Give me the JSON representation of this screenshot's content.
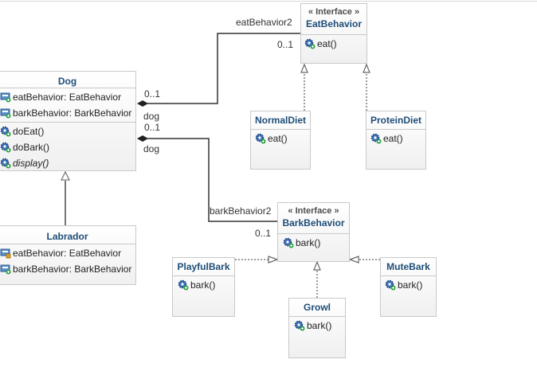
{
  "classes": {
    "dog": {
      "name": "Dog",
      "attributes": [
        "eatBehavior: EatBehavior",
        "barkBehavior: BarkBehavior"
      ],
      "operations": [
        "doEat()",
        "doBark()",
        "display()"
      ]
    },
    "labrador": {
      "name": "Labrador",
      "attributes": [
        "eatBehavior: EatBehavior",
        "barkBehavior: BarkBehavior"
      ]
    },
    "eat_behavior": {
      "stereotype": "« Interface »",
      "name": "EatBehavior",
      "operations": [
        "eat()"
      ]
    },
    "normal_diet": {
      "name": "NormalDiet",
      "operations": [
        "eat()"
      ]
    },
    "protein_diet": {
      "name": "ProteinDiet",
      "operations": [
        "eat()"
      ]
    },
    "bark_behavior": {
      "stereotype": "« Interface »",
      "name": "BarkBehavior",
      "operations": [
        "bark()"
      ]
    },
    "playful_bark": {
      "name": "PlayfulBark",
      "operations": [
        "bark()"
      ]
    },
    "growl": {
      "name": "Growl",
      "operations": [
        "bark()"
      ]
    },
    "mute_bark": {
      "name": "MuteBark",
      "operations": [
        "bark()"
      ]
    }
  },
  "associations": {
    "eat": {
      "role": "eatBehavior2",
      "target_multiplicity": "0..1",
      "source_multiplicity": "0..1",
      "source_role": "dog"
    },
    "bark": {
      "role": "barkBehavior2",
      "target_multiplicity": "0..1",
      "source_multiplicity": "0..1",
      "source_role": "dog"
    }
  },
  "colors": {
    "class_name": "#1e4d78",
    "border": "#c9c9c9",
    "line": "#333333",
    "operation_icon": "#3d6fb6",
    "attribute_icon": "#5a8fc9",
    "add_badge": "#2ea043"
  },
  "icons": {
    "operation": "operation-gear-icon",
    "attribute": "attribute-field-icon",
    "inherited_attribute": "inherited-attribute-icon"
  }
}
